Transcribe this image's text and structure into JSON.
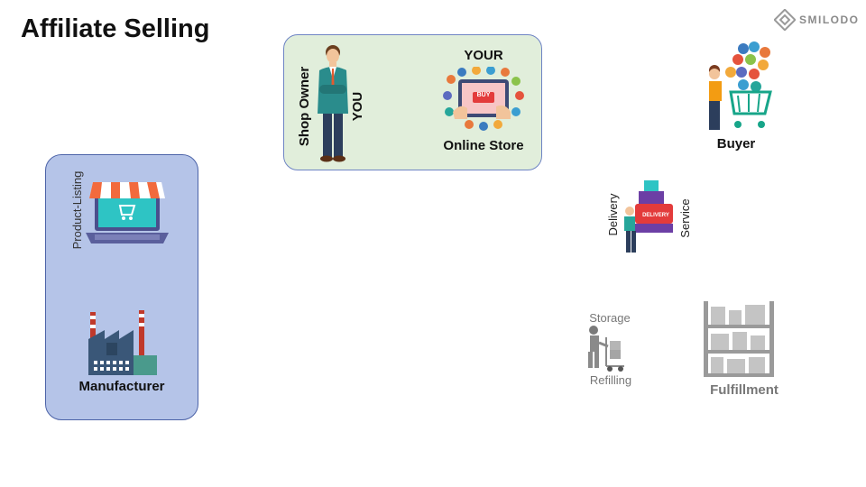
{
  "title": "Affiliate Selling",
  "logo": {
    "text": "SMILODO",
    "icon": "diamond-logo-icon"
  },
  "shop_owner": {
    "role_label": "Shop Owner",
    "you_label": "YOU",
    "store_label_top": "YOUR",
    "store_label_bottom": "Online Store",
    "buy_button_text": "BUY",
    "person_icon": "businessman-icon",
    "store_icon": "tablet-store-icon"
  },
  "manufacturer": {
    "listing_label": "Product-Listing",
    "label": "Manufacturer",
    "listing_icon": "laptop-shop-icon",
    "factory_icon": "factory-icon"
  },
  "buyer": {
    "label": "Buyer",
    "icon": "shopper-cart-icon"
  },
  "delivery": {
    "label_left": "Delivery",
    "label_right": "Service",
    "badge_text": "DELIVERY",
    "icon": "delivery-man-icon"
  },
  "storage": {
    "label_top": "Storage",
    "label_bottom": "Refilling",
    "icon": "hand-truck-icon"
  },
  "fulfillment": {
    "label": "Fulfillment",
    "icon": "warehouse-shelf-icon"
  },
  "colors": {
    "owner_box_fill": "#e1eedb",
    "owner_box_border": "#6e84c4",
    "manufacturer_box_fill": "#b5c4e8",
    "manufacturer_box_border": "#4c63a8"
  }
}
